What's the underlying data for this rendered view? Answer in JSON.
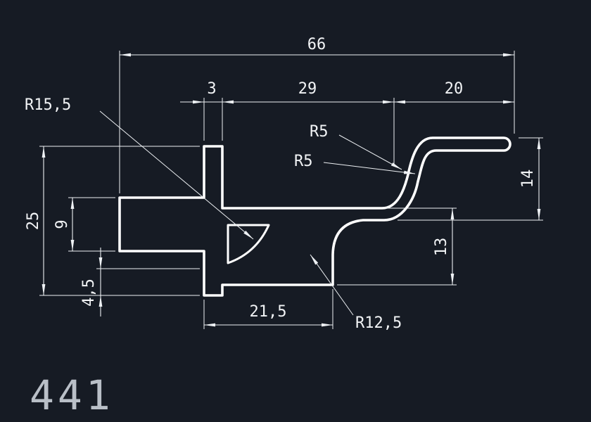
{
  "drawing": {
    "part_number": "441",
    "background_color": "#161b24",
    "line_color": "#ffffff",
    "dim_color": "#eef1f4"
  },
  "dimensions": {
    "overall_width": "66",
    "seg_3": "3",
    "seg_29": "29",
    "seg_20": "20",
    "height_25": "25",
    "height_9": "9",
    "height_4_5": "4,5",
    "height_14": "14",
    "height_13": "13",
    "bottom_21_5": "21,5",
    "radius_15_5": "R15,5",
    "radius_5_upper": "R5",
    "radius_5_lower": "R5",
    "radius_12_5": "R12,5"
  }
}
